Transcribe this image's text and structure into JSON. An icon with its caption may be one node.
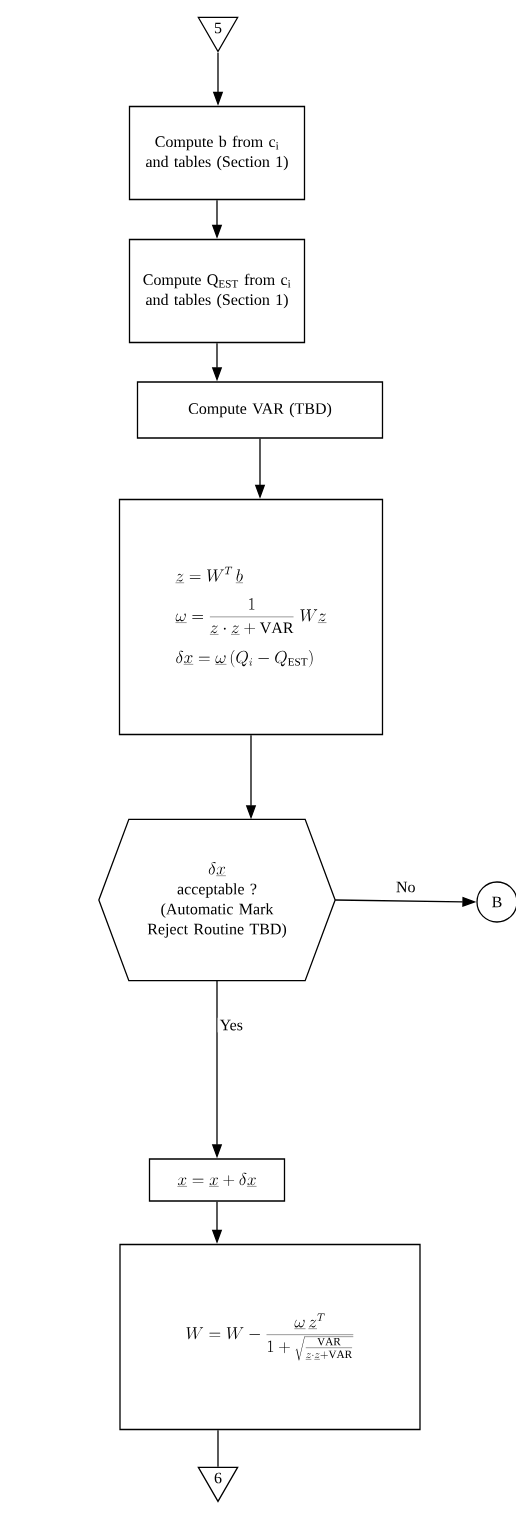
{
  "diagram": {
    "nodes": [
      {
        "text": [
          "5"
        ]
      },
      {
        "text": [
          "Compute b from c$_{i}$ and tables (Section 1)"
        ]
      },
      {
        "text": [
          "Compute Q$_{EST}$ from c$_{i}$ and tables (Section 1)"
        ]
      },
      {
        "text": [
          "Compute VAR (TBD)"
        ]
      },
      {
        "text": [
          "\\underline{z} = W^{T}\\,\\underline{b}",
          "\\underline{\\omega} = \\frac{1}{\\underline{z}\\cdot\\underline{z} + \\mathrm{VAR}}\\; W\\underline{z}",
          "\\delta\\underline{x} = \\underline{\\omega}\\,(Q_{i} - Q_{\\mathrm{EST}})"
        ]
      },
      {
        "text": [
          "\\delta\\underline{x}",
          "acceptable ? (Automatic Mark Reject Routine TBD)"
        ]
      },
      {
        "text": [
          "B"
        ]
      },
      {
        "text": [
          "\\underline{x} = \\underline{x} + \\delta\\underline{x}"
        ]
      },
      {
        "text": [
          "W = W - \\frac{\\underline{\\omega}\\,\\underline{z}^{T}}{1 + \\sqrt{\\frac{\\mathrm{VAR}}{\\underline{z}\\cdot\\underline{z} + \\mathrm{VAR}}}}"
        ]
      },
      {
        "text": [
          "6"
        ]
      }
    ],
    "edges": [
      {
        "from": 0,
        "to": 1,
        "arrow": "to"
      },
      {
        "from": 1,
        "to": 2,
        "arrow": "to"
      },
      {
        "from": 2,
        "to": 3,
        "arrow": "to"
      },
      {
        "from": 3,
        "to": 4,
        "arrow": "to"
      },
      {
        "from": 4,
        "to": 5,
        "arrow": "to"
      },
      {
        "from": 5,
        "to": 6,
        "arrow": "to",
        "label": "No"
      },
      {
        "from": 5,
        "to": 7,
        "arrow": "to",
        "label": "Yes"
      },
      {
        "from": 7,
        "to": 8,
        "arrow": "to"
      },
      {
        "from": 8,
        "to": 9,
        "arrow": "none"
      }
    ]
  }
}
